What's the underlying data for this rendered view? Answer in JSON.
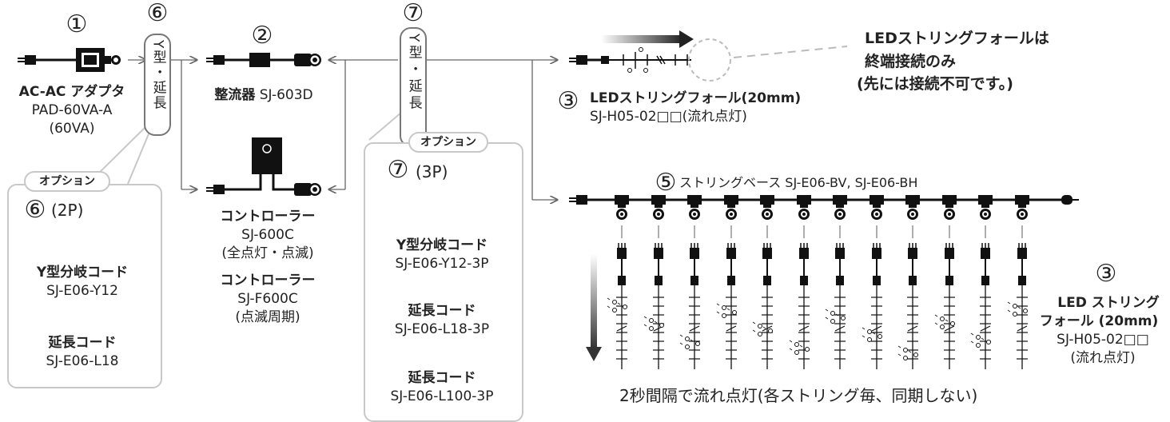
{
  "numbers": {
    "n1": "①",
    "n2": "②",
    "n3a": "③",
    "n3b": "③",
    "n5": "⑤",
    "n6a": "⑥",
    "n6b": "⑥",
    "n7a": "⑦",
    "n7b": "⑦"
  },
  "pill_y_ext": "Y型・延長",
  "adapter": {
    "title": "AC-AC アダプタ",
    "model": "PAD-60VA-A",
    "spec": "(60VA)"
  },
  "rectifier": {
    "title": "整流器",
    "model": "SJ-603D"
  },
  "controller1": {
    "title": "コントローラー",
    "model": "SJ-600C",
    "spec": "(全点灯・点滅)"
  },
  "controller2": {
    "title": "コントローラー",
    "model": "SJ-F600C",
    "spec": "(点滅周期)"
  },
  "option_label": "オプション",
  "opt2p": {
    "header": "(2P)",
    "y_title": "Y型分岐コード",
    "y_model": "SJ-E06-Y12",
    "ext_title": "延長コード",
    "ext_model": "SJ-E06-L18"
  },
  "opt3p": {
    "header": "(3P)",
    "y_title": "Y型分岐コード",
    "y_model": "SJ-E06-Y12-3P",
    "ext_title": "延長コード",
    "ext_model": "SJ-E06-L18-3P",
    "ext2_title": "延長コード",
    "ext2_model": "SJ-E06-L100-3P"
  },
  "led_top": {
    "title": "LEDストリングフォール(20mm)",
    "model": "SJ-H05-02□□(流れ点灯)"
  },
  "note": {
    "line1": "LEDストリングフォールは",
    "line2": "終端接続のみ",
    "line3": "(先には接続不可です。)"
  },
  "string_base": "ストリングベース SJ-E06-BV, SJ-E06-BH",
  "led_right": {
    "title1": "LED ストリング",
    "title2": "フォール (20mm)",
    "model": "SJ-H05-02□□",
    "spec": "(流れ点灯)"
  },
  "caption": "2秒間隔で流れ点灯(各ストリング毎、同期しない)",
  "colors": {
    "line": "#555555",
    "dark": "#111111",
    "pill_border": "#777777",
    "option_border": "#c8c8c8"
  }
}
